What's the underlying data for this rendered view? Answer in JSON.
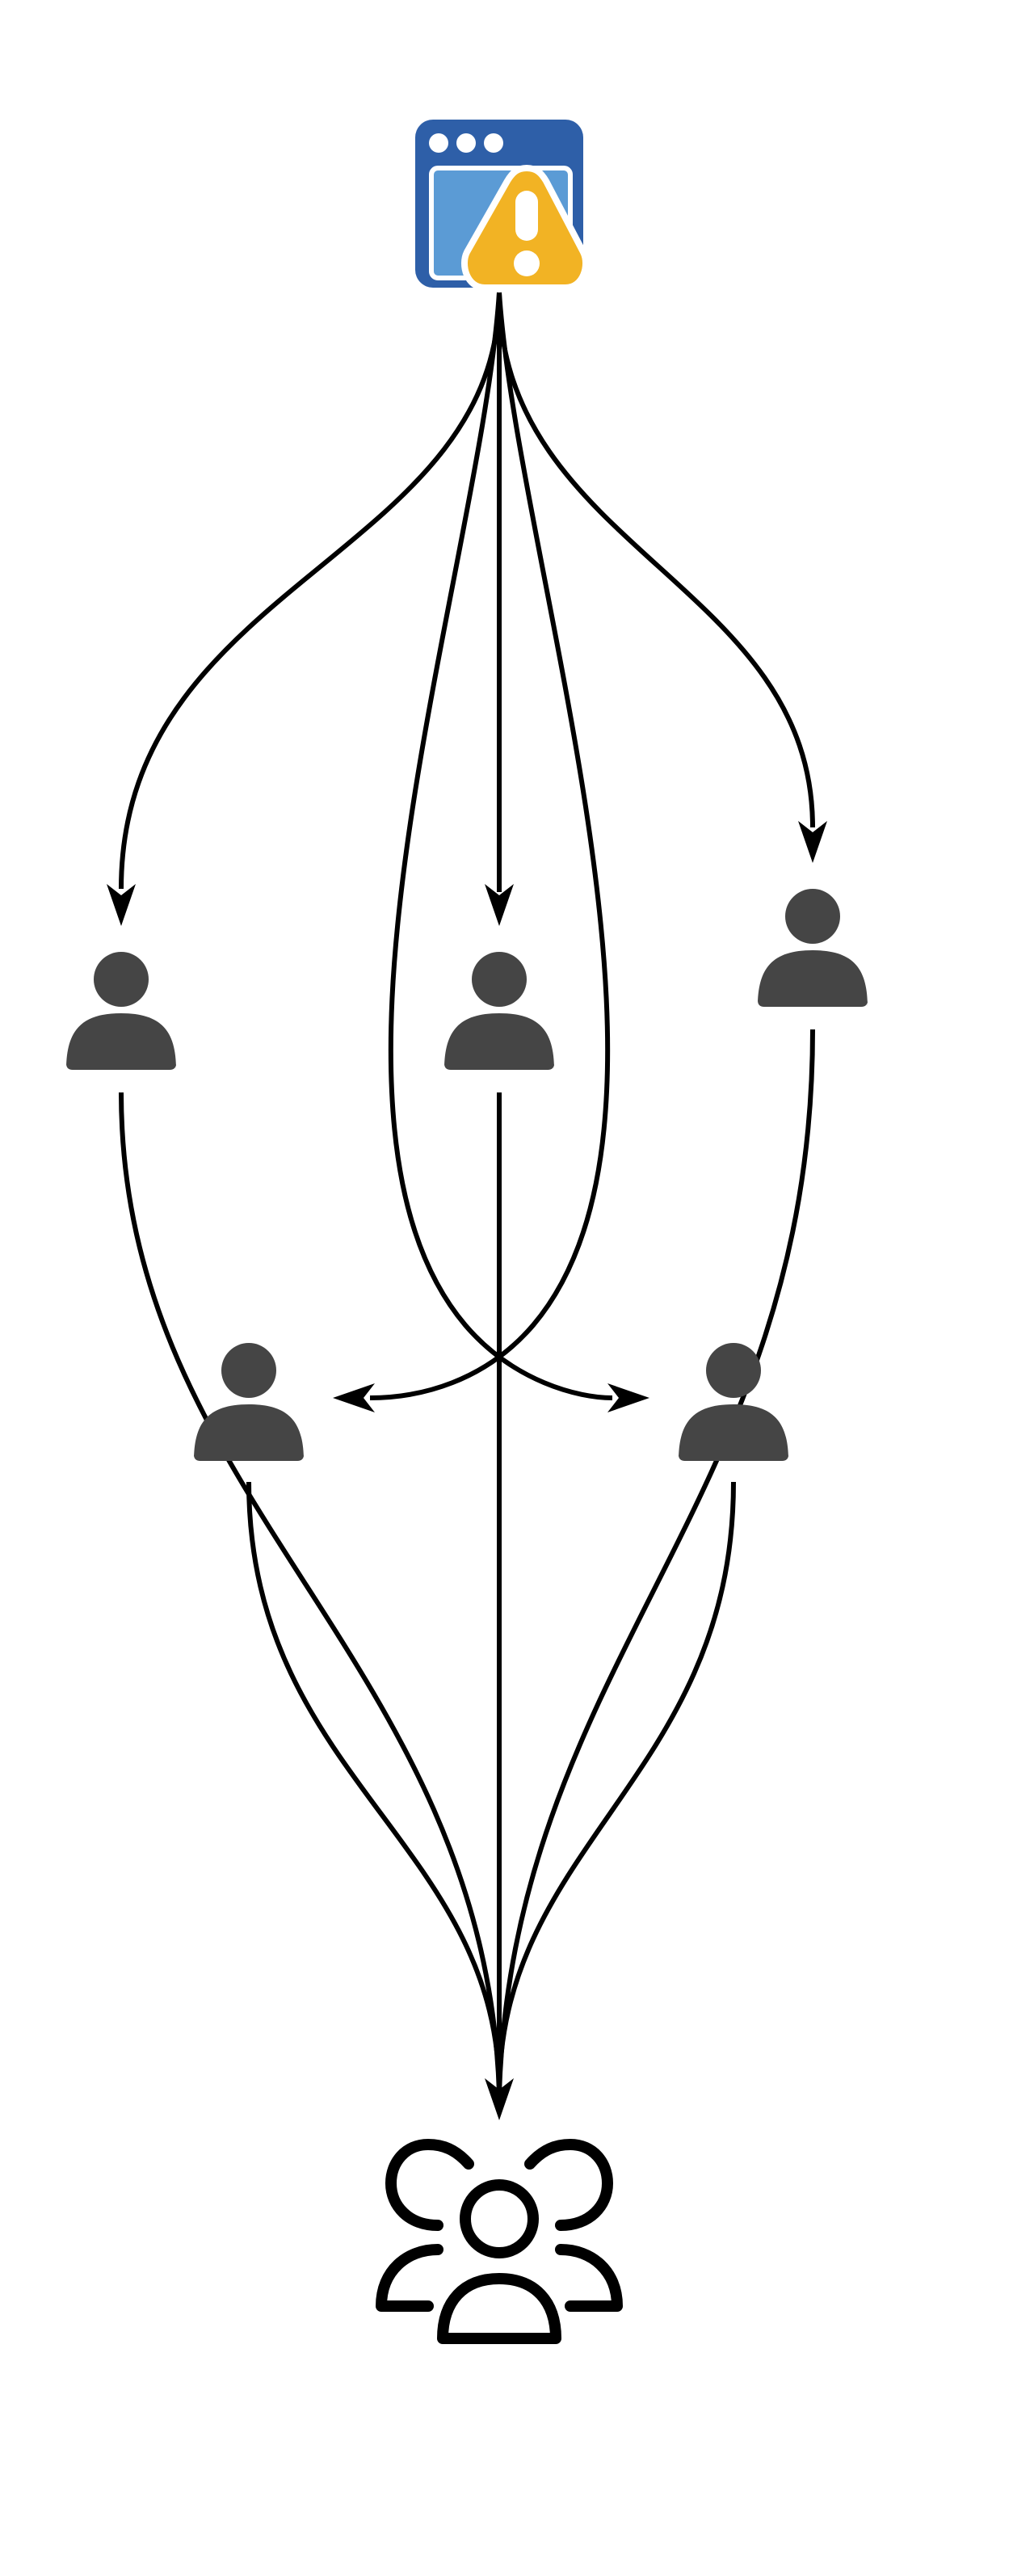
{
  "diagram": {
    "colors": {
      "background": "#ffffff",
      "edge": "#000000",
      "person": "#454545",
      "group": "#000000",
      "window_frame": "#2e5fa8",
      "window_pane": "#5b9bd5",
      "window_dots": "#ffffff",
      "warning": "#f2b324",
      "warning_mark": "#ffffff"
    },
    "nodes": [
      {
        "id": "source",
        "kind": "window-warning-icon"
      },
      {
        "id": "person-left",
        "kind": "person-icon"
      },
      {
        "id": "person-center",
        "kind": "person-icon"
      },
      {
        "id": "person-right",
        "kind": "person-icon"
      },
      {
        "id": "person-lower-left",
        "kind": "person-icon"
      },
      {
        "id": "person-lower-right",
        "kind": "person-icon"
      },
      {
        "id": "group",
        "kind": "group-icon"
      }
    ],
    "edges": [
      {
        "from": "source",
        "to": "person-left"
      },
      {
        "from": "source",
        "to": "person-center"
      },
      {
        "from": "source",
        "to": "person-right"
      },
      {
        "from": "source",
        "to": "person-lower-left"
      },
      {
        "from": "source",
        "to": "person-lower-right"
      },
      {
        "from": "person-left",
        "to": "group"
      },
      {
        "from": "person-center",
        "to": "group"
      },
      {
        "from": "person-right",
        "to": "group"
      },
      {
        "from": "person-lower-left",
        "to": "group"
      },
      {
        "from": "person-lower-right",
        "to": "group"
      }
    ]
  }
}
